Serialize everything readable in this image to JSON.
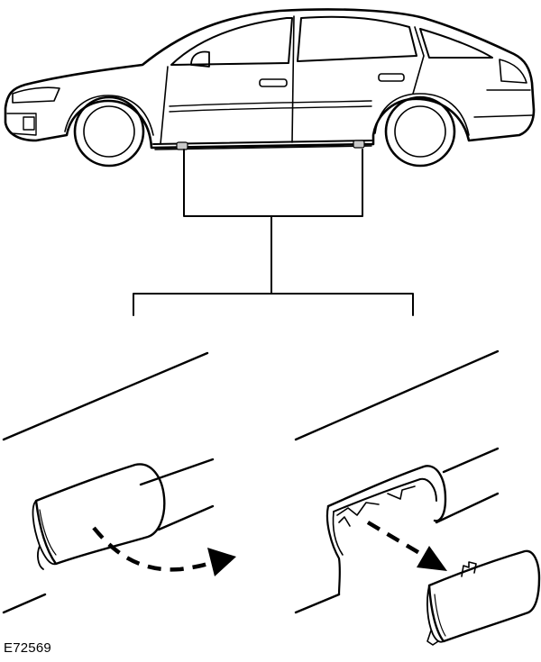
{
  "figure": {
    "reference_code": "E72569",
    "line_color": "#000000",
    "background": "#ffffff",
    "parts": [
      "car-side-view",
      "jacking-point-bracket",
      "cover-closed",
      "cover-removed"
    ]
  }
}
